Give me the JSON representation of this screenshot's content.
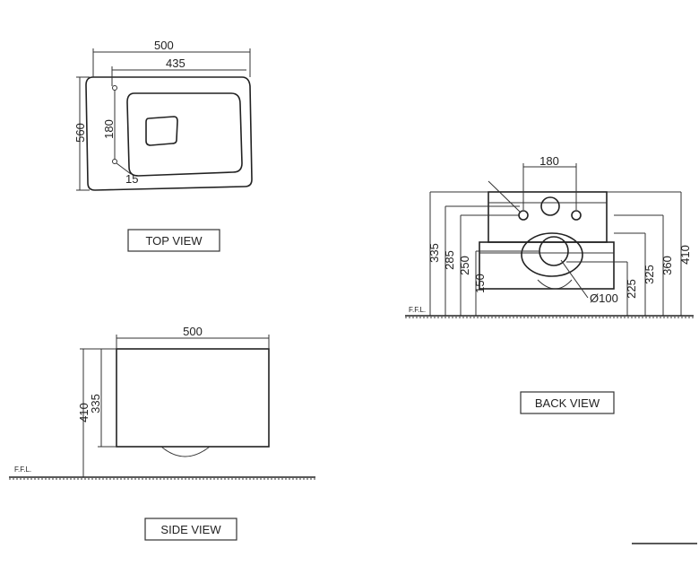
{
  "top_view": {
    "title": "TOP VIEW",
    "dim_width_outer": "500",
    "dim_width_inner": "435",
    "dim_depth": "560",
    "dim_seat_offset": "180",
    "dim_hole": "15"
  },
  "side_view": {
    "title": "SIDE VIEW",
    "dim_width": "500",
    "dim_height_total": "410",
    "dim_height_body": "335",
    "floor_label": "F.F.L."
  },
  "back_view": {
    "title": "BACK VIEW",
    "dim_bolt_spacing": "180",
    "left_dims": [
      "335",
      "285",
      "250",
      "150"
    ],
    "right_dims": [
      "225",
      "325",
      "360",
      "410"
    ],
    "dim_outlet": "Ø100",
    "floor_label": "F.F.L."
  },
  "colors": {
    "line": "#222222",
    "background": "#ffffff"
  }
}
